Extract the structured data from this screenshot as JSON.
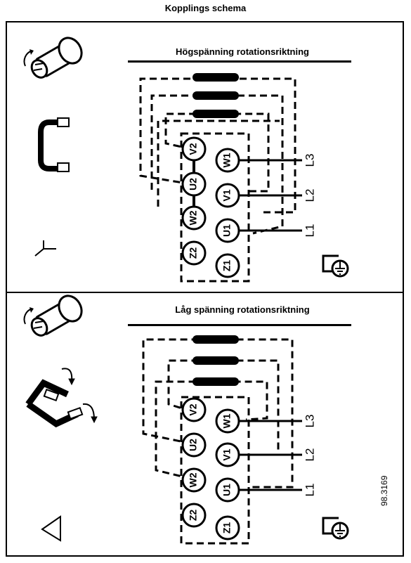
{
  "page": {
    "title": "Kopplings schema",
    "code": "98.3169"
  },
  "panels": [
    {
      "id": "high",
      "title": "Högspänning rotationsriktning",
      "connection": "star",
      "terminals": {
        "top": [
          "V2",
          "W1"
        ],
        "mid": [
          "U2",
          "V1"
        ],
        "low": [
          "W2",
          "U1"
        ],
        "bottom": [
          "Z2",
          "Z1"
        ]
      },
      "lines": [
        "L3",
        "L2",
        "L1"
      ]
    },
    {
      "id": "low",
      "title": "Låg spänning rotationsriktning",
      "connection": "delta",
      "terminals": {
        "top": [
          "V2",
          "W1"
        ],
        "mid": [
          "U2",
          "V1"
        ],
        "low": [
          "W2",
          "U1"
        ],
        "bottom": [
          "Z2",
          "Z1"
        ]
      },
      "lines": [
        "L3",
        "L2",
        "L1"
      ]
    }
  ],
  "icons": [
    "motor-rotation-icon",
    "star-bridge-icon",
    "star-symbol-icon",
    "ground-icon",
    "delta-bridge-icon",
    "delta-symbol-icon"
  ]
}
